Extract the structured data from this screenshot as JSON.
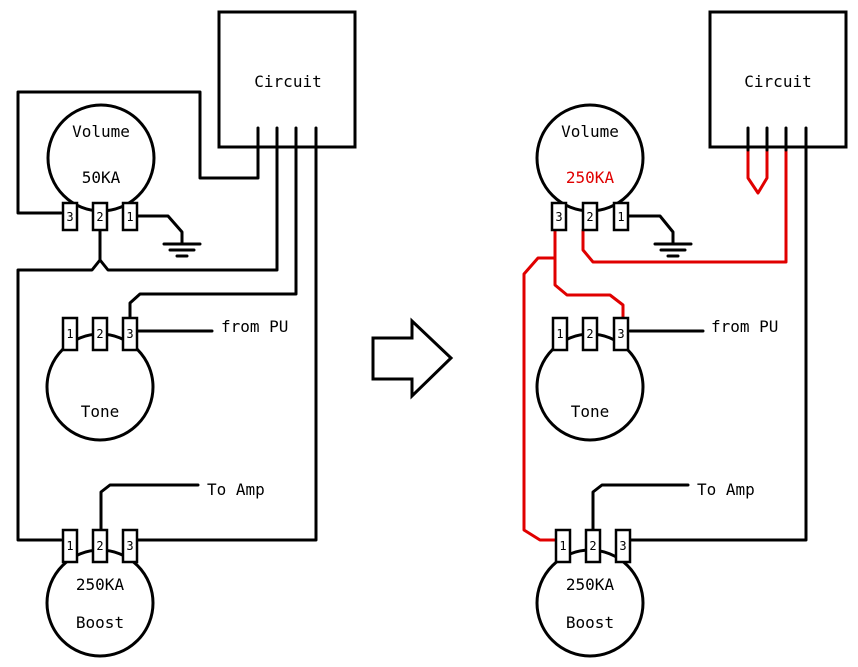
{
  "colors": {
    "wire": "#000000",
    "modified_wire": "#e00000",
    "value_changed": "#e00000"
  },
  "before": {
    "circuit_label": "Circuit",
    "volume": {
      "name": "Volume",
      "value": "50KA",
      "lugs": [
        "3",
        "2",
        "1"
      ]
    },
    "tone": {
      "name": "Tone",
      "lugs": [
        "1",
        "2",
        "3"
      ]
    },
    "boost": {
      "name": "Boost",
      "value": "250KA",
      "lugs": [
        "1",
        "2",
        "3"
      ]
    },
    "from_pu": "from PU",
    "to_amp": "To Amp"
  },
  "arrow_icon": "right-arrow-icon",
  "after": {
    "circuit_label": "Circuit",
    "volume": {
      "name": "Volume",
      "value": "250KA",
      "lugs": [
        "3",
        "2",
        "1"
      ]
    },
    "tone": {
      "name": "Tone",
      "lugs": [
        "1",
        "2",
        "3"
      ]
    },
    "boost": {
      "name": "Boost",
      "value": "250KA",
      "lugs": [
        "1",
        "2",
        "3"
      ]
    },
    "from_pu": "from PU",
    "to_amp": "To Amp"
  }
}
